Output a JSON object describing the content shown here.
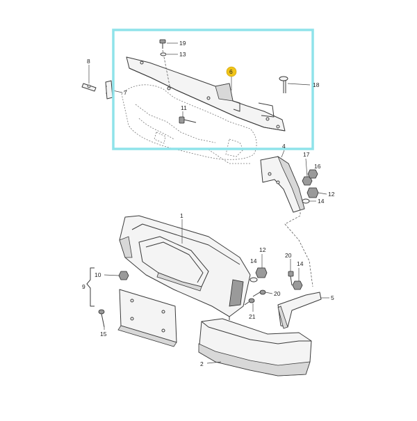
{
  "diagram": {
    "callouts": {
      "c1": "1",
      "c2": "2",
      "c4": "4",
      "c5": "5",
      "c6": "6",
      "c7": "7",
      "c8": "8",
      "c9": "9",
      "c10": "10",
      "c11": "11",
      "c12a": "12",
      "c12b": "12",
      "c13": "13",
      "c14a": "14",
      "c14b": "14",
      "c14c": "14",
      "c15": "15",
      "c16": "16",
      "c17": "17",
      "c18": "18",
      "c19": "19",
      "c20a": "20",
      "c20b": "20",
      "c21": "21"
    },
    "highlighted_part": "6",
    "colors": {
      "highlight_frame": "#8fe3ea",
      "badge": "#f0c419",
      "line": "#3a3a3a"
    }
  }
}
